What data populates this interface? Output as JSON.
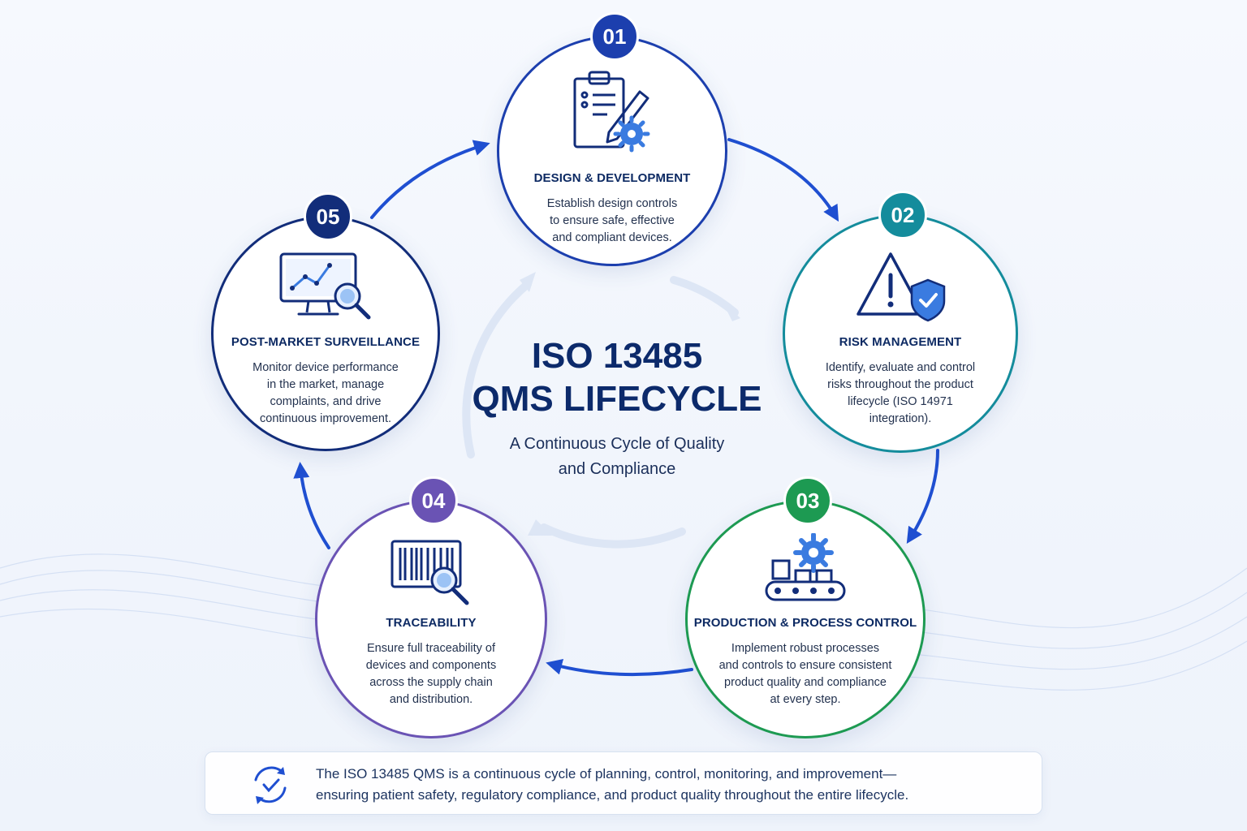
{
  "center": {
    "title_line1": "ISO 13485",
    "title_line2": "QMS LIFECYCLE",
    "subtitle_line1": "A Continuous Cycle of Quality",
    "subtitle_line2": "and Compliance"
  },
  "colors": {
    "step1": "#1c3fae",
    "step2": "#148c9c",
    "step3": "#1d9a52",
    "step4": "#6a53b4",
    "step5": "#122d7a",
    "arrow": "#1f4fd1",
    "title": "#0c2a6b"
  },
  "steps": [
    {
      "number": "01",
      "title": "DESIGN & DEVELOPMENT",
      "icon": "clipboard-pencil-gear-icon",
      "desc": [
        "Establish design controls",
        "to ensure safe, effective",
        "and compliant devices."
      ]
    },
    {
      "number": "02",
      "title": "RISK MANAGEMENT",
      "icon": "warning-shield-icon",
      "desc": [
        "Identify, evaluate and control",
        "risks throughout the product",
        "lifecycle (ISO 14971",
        "integration)."
      ]
    },
    {
      "number": "03",
      "title": "PRODUCTION & PROCESS CONTROL",
      "icon": "conveyor-gear-icon",
      "desc": [
        "Implement robust processes",
        "and controls to ensure consistent",
        "product quality and compliance",
        "at every step."
      ]
    },
    {
      "number": "04",
      "title": "TRACEABILITY",
      "icon": "barcode-magnifier-icon",
      "desc": [
        "Ensure full traceability of",
        "devices and components",
        "across the supply chain",
        "and distribution."
      ]
    },
    {
      "number": "05",
      "title": "POST-MARKET SURVEILLANCE",
      "icon": "monitor-chart-magnifier-icon",
      "desc": [
        "Monitor device performance",
        "in the market, manage",
        "complaints, and drive",
        "continuous improvement."
      ]
    }
  ],
  "footer": {
    "icon": "cycle-check-icon",
    "line1": "The ISO 13485 QMS is a continuous cycle of planning, control, monitoring, and improvement—",
    "line2": "ensuring patient safety, regulatory compliance, and product quality throughout the entire lifecycle."
  }
}
